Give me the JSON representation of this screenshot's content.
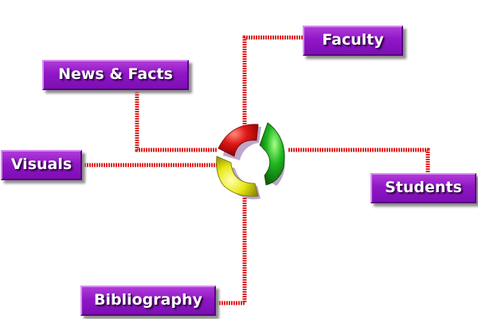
{
  "menu": {
    "faculty": "Faculty",
    "news_facts": "News & Facts",
    "visuals": "Visuals",
    "students": "Students",
    "bibliography": "Bibliography"
  },
  "colors": {
    "button_purple": "#8f17c6",
    "connector_red": "#e32020",
    "logo_red": "#e01818",
    "logo_green": "#20b820",
    "logo_yellow": "#e8e818"
  },
  "icons": {
    "logo": "tricolor-ring-logo-icon"
  }
}
